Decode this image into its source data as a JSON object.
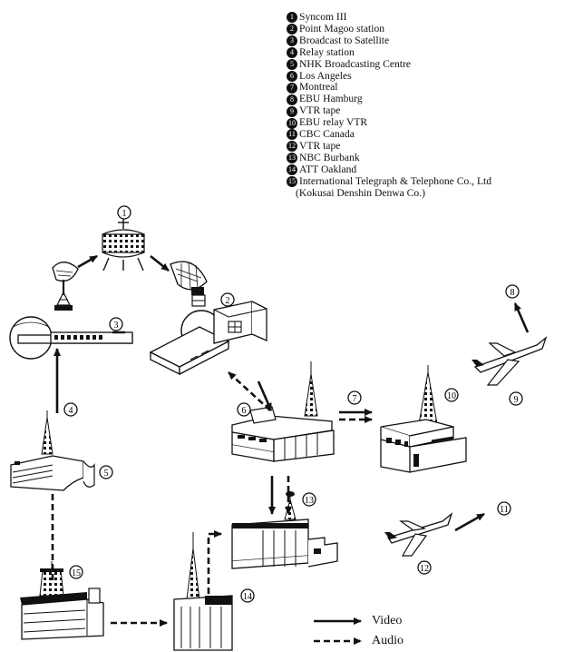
{
  "legend": [
    {
      "n": "1",
      "text": "Syncom III"
    },
    {
      "n": "2",
      "text": "Point Magoo station"
    },
    {
      "n": "3",
      "text": "Broadcast to Satellite"
    },
    {
      "n": "4",
      "text": "Relay station"
    },
    {
      "n": "5",
      "text": "NHK Broadcasting Centre"
    },
    {
      "n": "6",
      "text": "Los Angeles"
    },
    {
      "n": "7",
      "text": "Montreal"
    },
    {
      "n": "8",
      "text": "EBU Hamburg"
    },
    {
      "n": "9",
      "text": "VTR tape"
    },
    {
      "n": "10",
      "text": "EBU relay VTR"
    },
    {
      "n": "11",
      "text": "CBC Canada"
    },
    {
      "n": "12",
      "text": "VTR tape"
    },
    {
      "n": "13",
      "text": "NBC Burbank"
    },
    {
      "n": "14",
      "text": "ATT Oakland"
    },
    {
      "n": "15",
      "text": "International Telegraph & Telephone Co., Ltd",
      "cont": "(Kokusai Denshin Denwa Co.)"
    }
  ],
  "key": {
    "video": "Video",
    "audio": "Audio"
  },
  "colors": {
    "ink": "#111111",
    "background": "#ffffff"
  }
}
